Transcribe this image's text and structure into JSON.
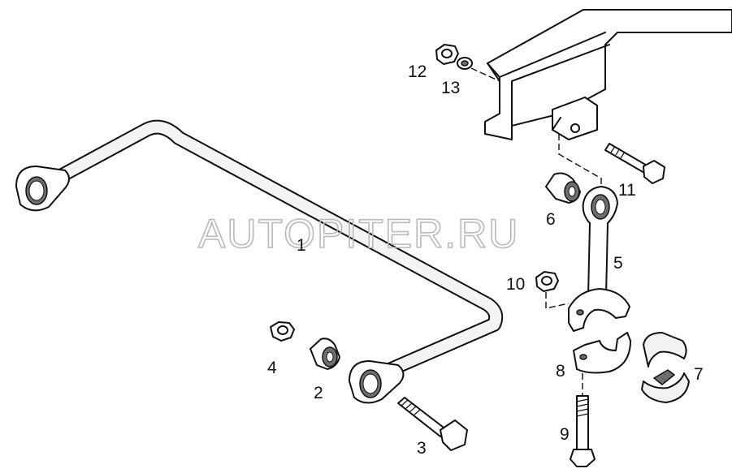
{
  "watermark": "AUTOPITER.RU",
  "callouts": [
    "1",
    "2",
    "3",
    "4",
    "5",
    "6",
    "7",
    "8",
    "9",
    "10",
    "11",
    "12",
    "13"
  ]
}
